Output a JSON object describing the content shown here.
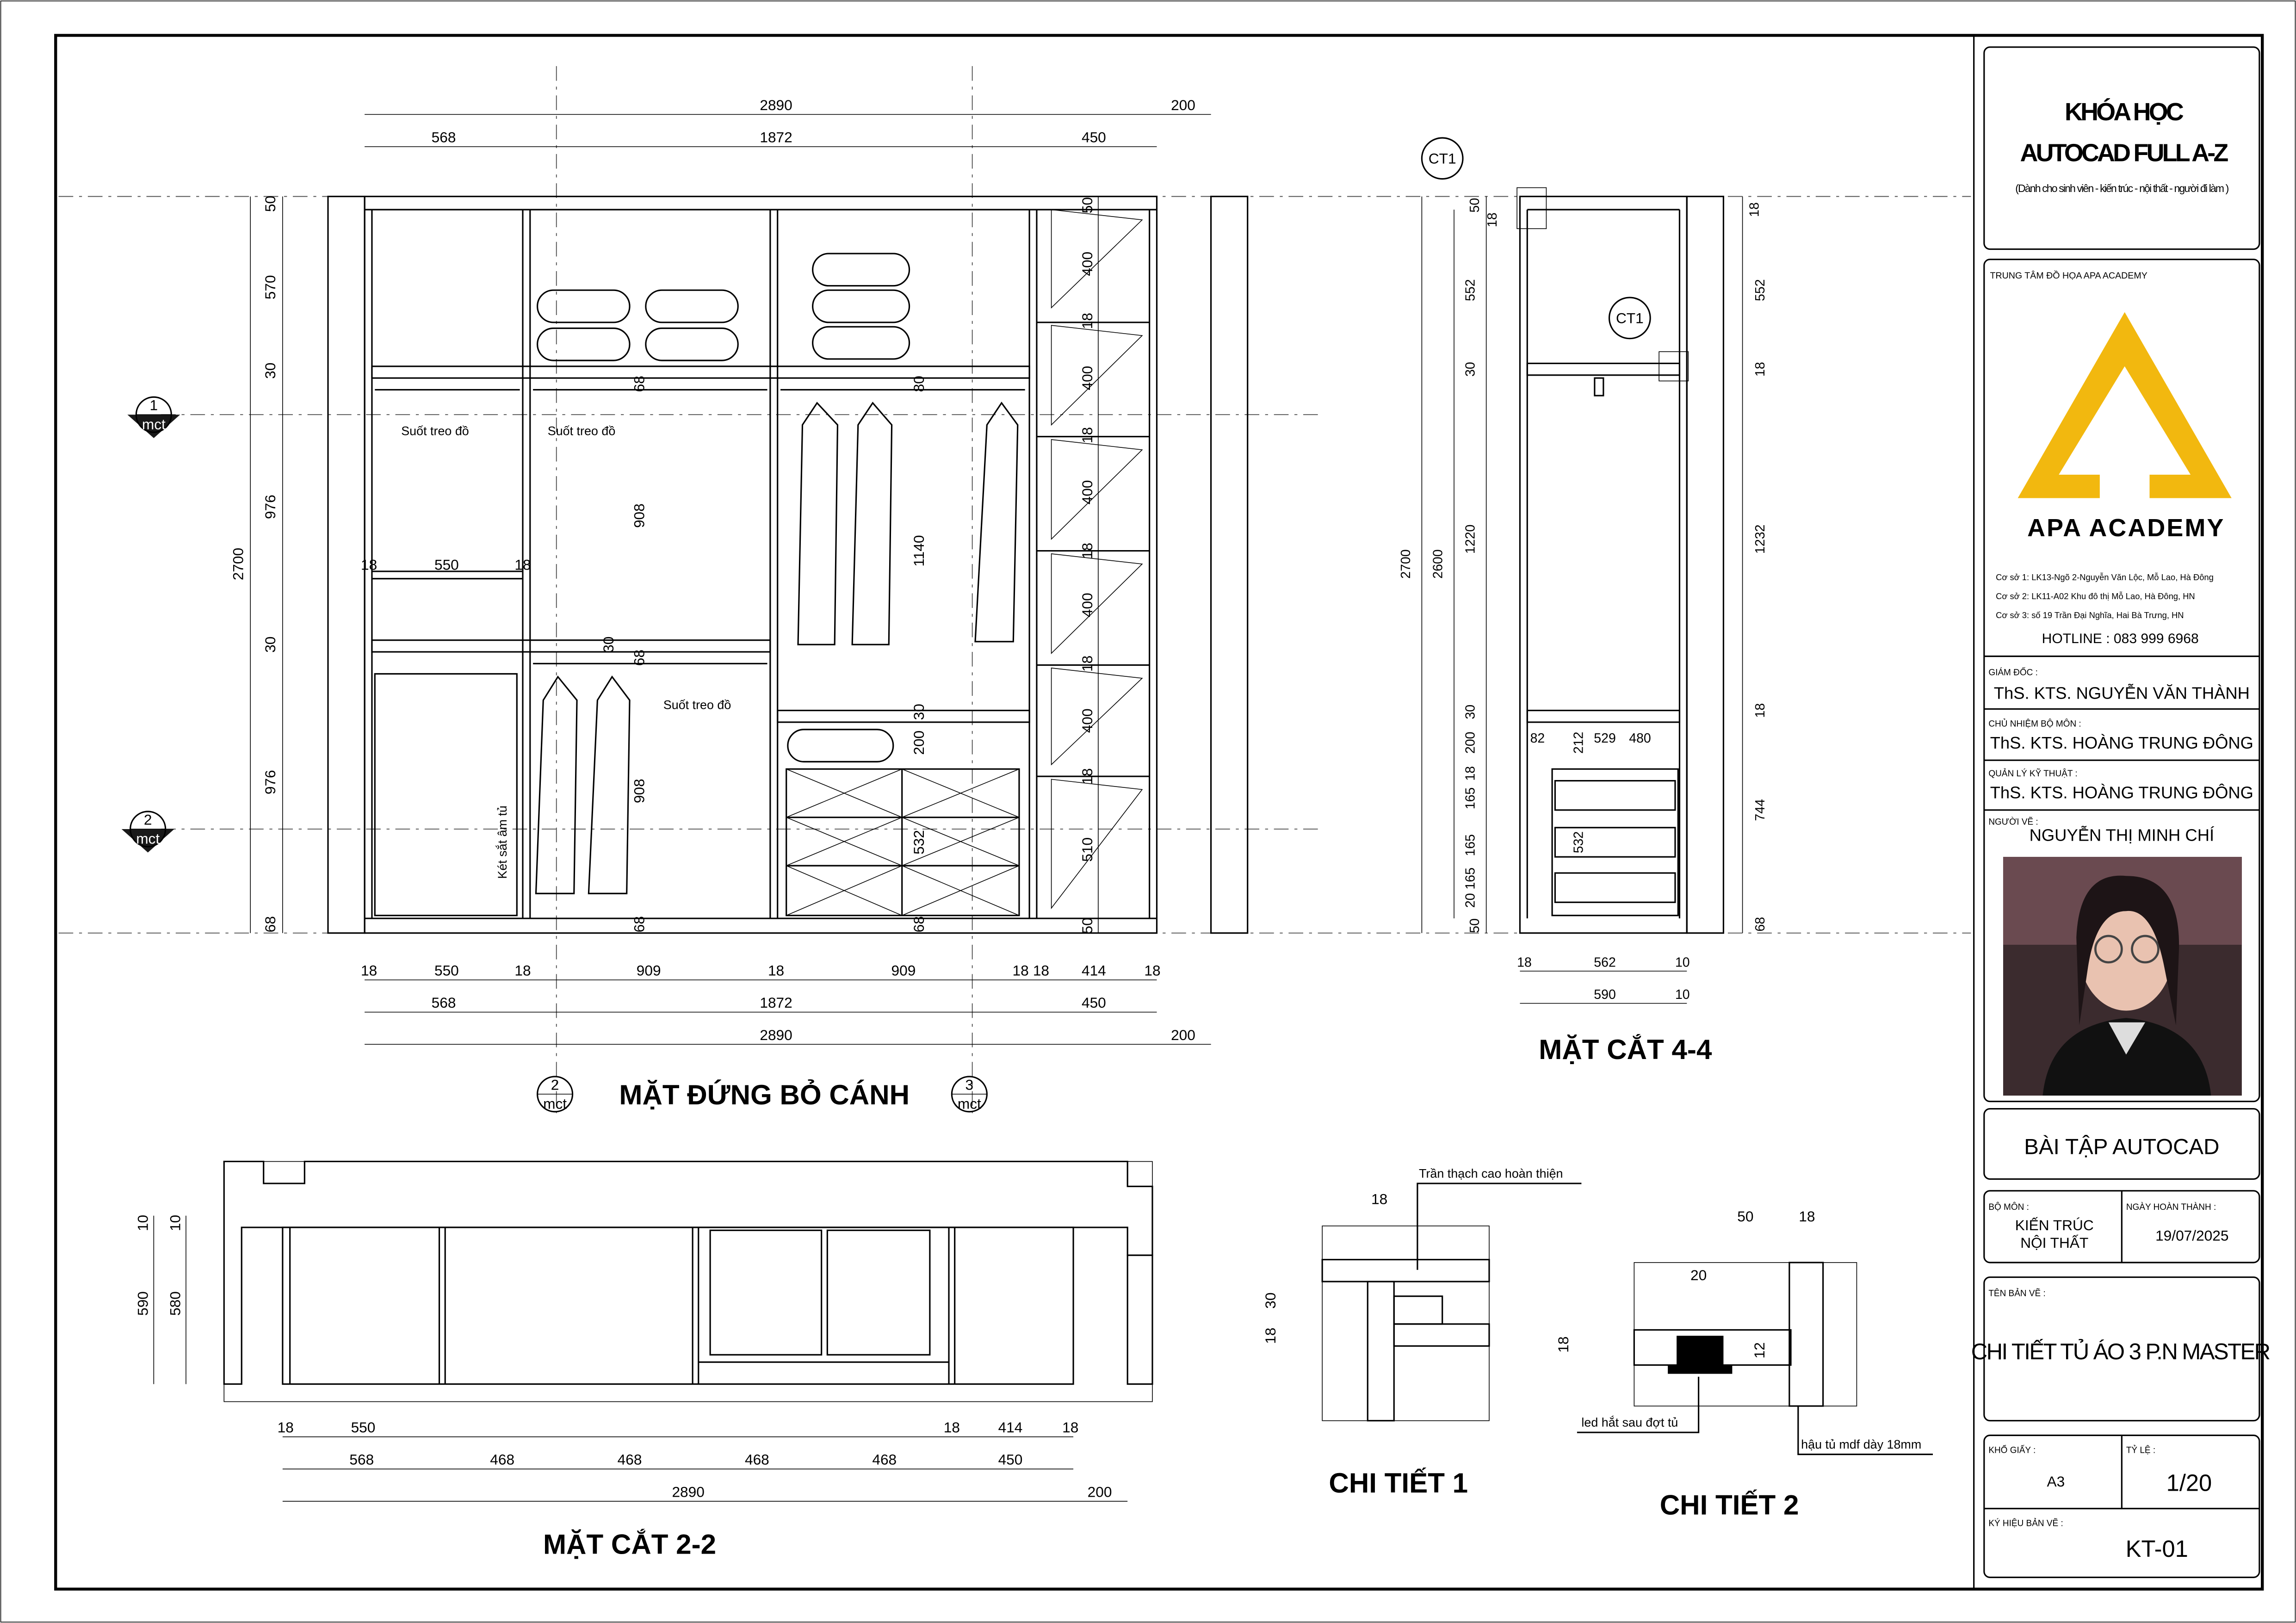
{
  "colors": {
    "logo": "#F2B80F",
    "line": "#000000",
    "paper": "#ffffff"
  },
  "elevation": {
    "title": "MẶT ĐỨNG BỎ CÁNH",
    "top_dims": [
      "2890",
      "200",
      "568",
      "1872",
      "450"
    ],
    "left_dims": [
      "50",
      "570",
      "30",
      "976",
      "30",
      "976",
      "68",
      "2700"
    ],
    "bottom_dims": [
      "18",
      "550",
      "18",
      "909",
      "18",
      "909",
      "18",
      "18",
      "414",
      "18",
      "568",
      "1872",
      "450",
      "2890",
      "200"
    ],
    "inner_dims": [
      "18",
      "550",
      "18",
      "68",
      "908",
      "30",
      "68",
      "908",
      "68",
      "80",
      "1140",
      "30",
      "200",
      "532",
      "68"
    ],
    "right_col_dims": [
      "50",
      "400",
      "18",
      "400",
      "18",
      "400",
      "18",
      "400",
      "18",
      "400",
      "18",
      "510",
      "50"
    ],
    "labels": [
      "Suốt treo đồ",
      "Suốt treo đồ",
      "Suốt treo đồ",
      "Két sắt âm tủ"
    ],
    "markers": [
      {
        "num": "1",
        "ref": "mct"
      },
      {
        "num": "2",
        "ref": "mct"
      },
      {
        "num": "2",
        "ref": "mct"
      },
      {
        "num": "3",
        "ref": "mct"
      }
    ]
  },
  "section44": {
    "title": "MẶT CẮT 4-4",
    "callouts": [
      "CT1",
      "CT1"
    ],
    "dims": [
      "2700",
      "2600",
      "50",
      "552",
      "30",
      "1220",
      "30",
      "200",
      "18",
      "165",
      "165",
      "20 165",
      "18",
      "18",
      "552",
      "18",
      "1232",
      "18",
      "744",
      "68",
      "18",
      "562",
      "10",
      "590",
      "10",
      "82",
      "212",
      "529",
      "480",
      "532",
      "50"
    ]
  },
  "section22": {
    "title": "MẶT CẮT 2-2",
    "dims": [
      "10",
      "10",
      "590",
      "580",
      "18",
      "550",
      "18",
      "414",
      "18",
      "568",
      "468",
      "468",
      "468",
      "468",
      "450",
      "2890",
      "200"
    ]
  },
  "detail1": {
    "title": "CHI TIẾT 1",
    "label": "Trần thạch cao hoàn thiện",
    "dims": [
      "18",
      "30",
      "18"
    ]
  },
  "detail2": {
    "title": "CHI TIẾT 2",
    "labels": [
      "led hắt sau đợt tủ",
      "hậu tủ mdf dày 18mm"
    ],
    "dims": [
      "50",
      "18",
      "20",
      "18",
      "12"
    ]
  },
  "title_block": {
    "course_line1": "KHÓA HỌC",
    "course_line2": "AUTOCAD FULL A-Z",
    "course_sub": "(Dành cho sinh viên  - kiến trúc - nội thất - người đi làm )",
    "center": "TRUNG TÂM ĐỒ HỌA APA ACADEMY",
    "brand": "APA ACADEMY",
    "addresses": [
      "Cơ sở 1: LK13-Ngõ 2-Nguyễn Văn Lộc, Mỗ Lao, Hà Đông",
      "Cơ sở 2: LK11-A02 Khu đô thị Mỗ Lao, Hà Đông, HN",
      "Cơ sở 3: số 19 Trần Đại Nghĩa, Hai Bà Trưng, HN"
    ],
    "hotline": "HOTLINE : 083 999 6968",
    "people": [
      {
        "role": "GIÁM ĐỐC :",
        "name": "ThS. KTS. NGUYỄN VĂN THÀNH"
      },
      {
        "role": "CHỦ NHIỆM BỘ MÔN :",
        "name": "ThS. KTS. HOÀNG TRUNG ĐÔNG"
      },
      {
        "role": "QUẢN LÝ KỸ THUẬT :",
        "name": "ThS. KTS. HOÀNG TRUNG ĐÔNG"
      },
      {
        "role": "NGƯỜI VẼ :",
        "name": "NGUYỄN THỊ MINH CHÍ"
      }
    ],
    "exercise": "BÀI TẬP AUTOCAD",
    "dept_label": "BỘ MÔN :",
    "dept_line1": "KIẾN TRÚC",
    "dept_line2": "NỘI THẤT",
    "date_label": "NGÀY HOÀN THÀNH :",
    "date": "19/07/2025",
    "drawing_name_label": "TÊN BẢN VẼ :",
    "drawing_name": "CHI TIẾT TỦ ÁO 3 P.N MASTER",
    "paper_label": "KHỔ GIẤY :",
    "paper": "A3",
    "scale_label": "TỶ LỆ :",
    "scale": "1/20",
    "code_label": "KÝ HIỆU BẢN VẼ :",
    "code": "KT-01"
  }
}
